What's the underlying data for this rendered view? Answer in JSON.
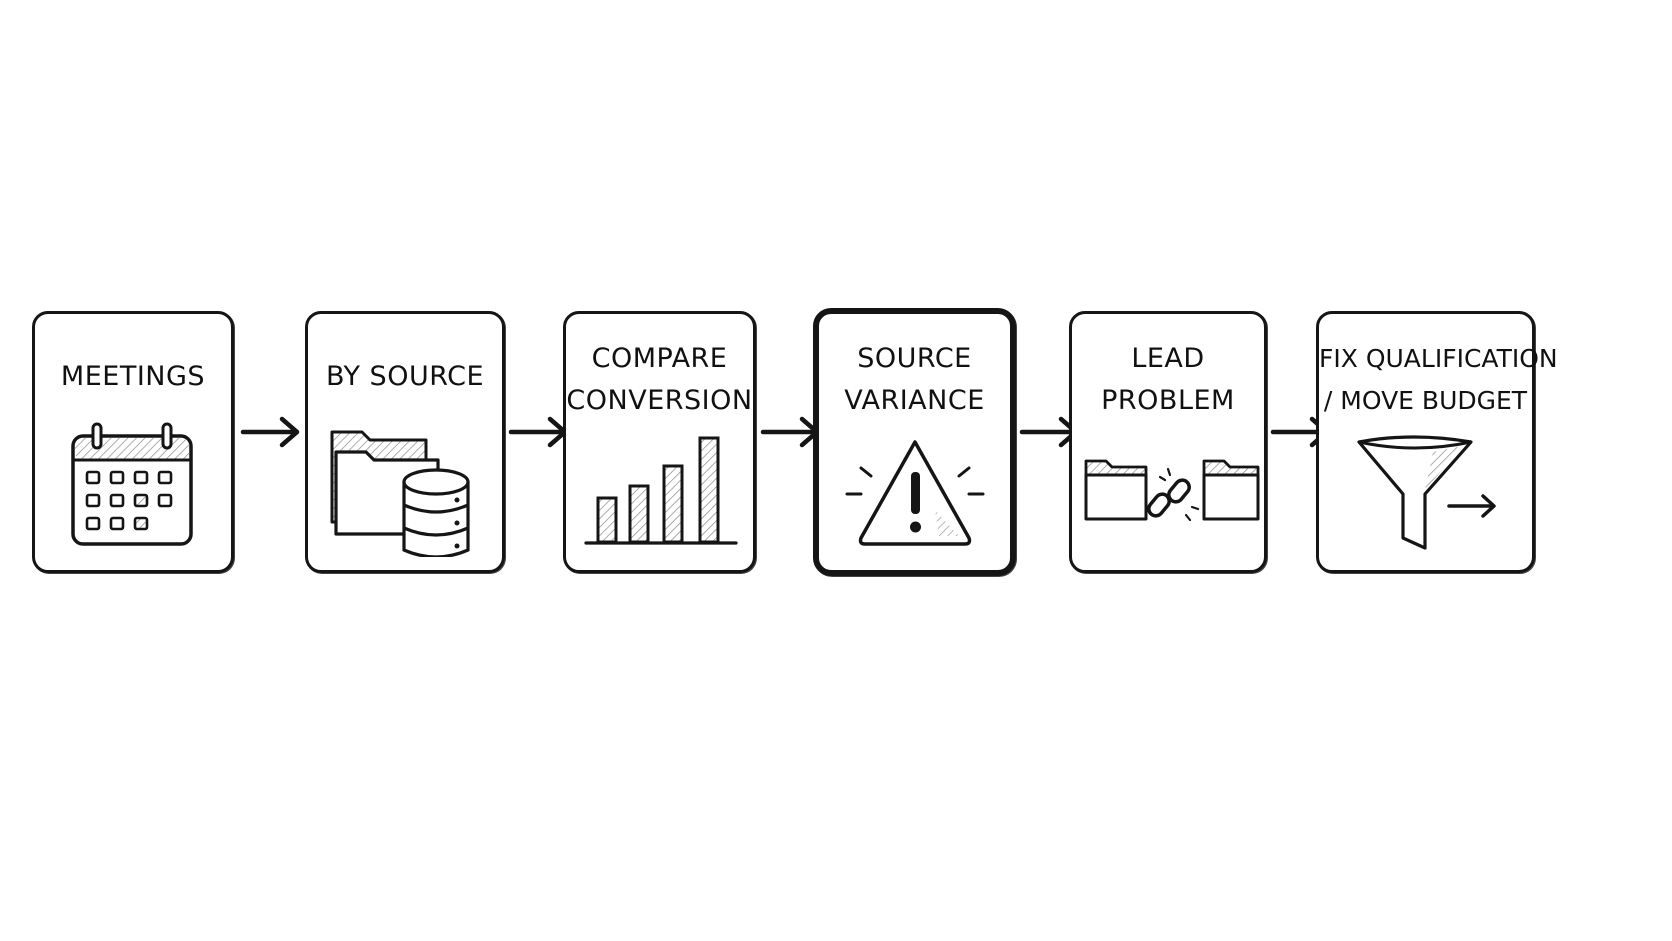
{
  "steps": [
    {
      "line1": "MEETINGS",
      "line2": "",
      "icon": "calendar-icon"
    },
    {
      "line1": "BY SOURCE",
      "line2": "",
      "icon": "folder-database-icon"
    },
    {
      "line1": "COMPARE",
      "line2": "CONVERSION",
      "icon": "bar-chart-icon"
    },
    {
      "line1": "SOURCE",
      "line2": "VARIANCE",
      "icon": "warning-icon"
    },
    {
      "line1": "LEAD",
      "line2": "PROBLEM",
      "icon": "broken-link-folders-icon"
    },
    {
      "line1": "FIX QUALIFICATION",
      "line2": "/ MOVE BUDGET",
      "icon": "funnel-icon"
    }
  ],
  "connector_icon": "arrow-right-icon",
  "colors": {
    "stroke": "#151515",
    "background": "#ffffff",
    "hatch": "#888888"
  }
}
